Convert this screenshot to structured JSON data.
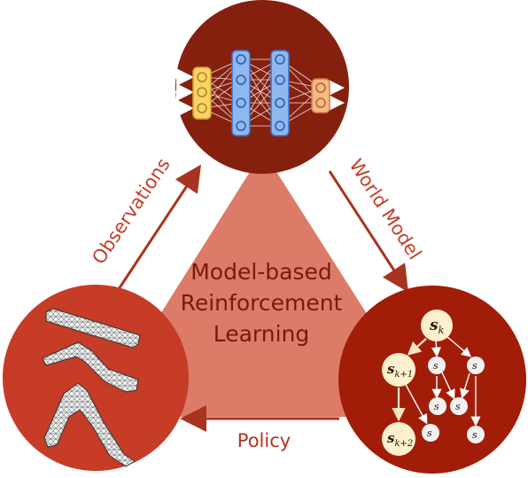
{
  "center": {
    "line1": "Model-based",
    "line2": "Reinforcement",
    "line3": "Learning"
  },
  "edges": {
    "observations": "Observations",
    "world_model": "World Model",
    "policy": "Policy"
  },
  "tree_nodes": {
    "root": "s",
    "root_sub": "k",
    "next": "s",
    "next_sub": "k+1",
    "next2": "s",
    "next2_sub": "k+2",
    "leaf": "s"
  },
  "colors": {
    "triangle": "#dc7b68",
    "circle_top": "#85200f",
    "circle_left": "#c63c26",
    "circle_right": "#a21d07",
    "arrow": "#a83420",
    "label": "#c2402a",
    "center_text": "#7a1a0c"
  }
}
